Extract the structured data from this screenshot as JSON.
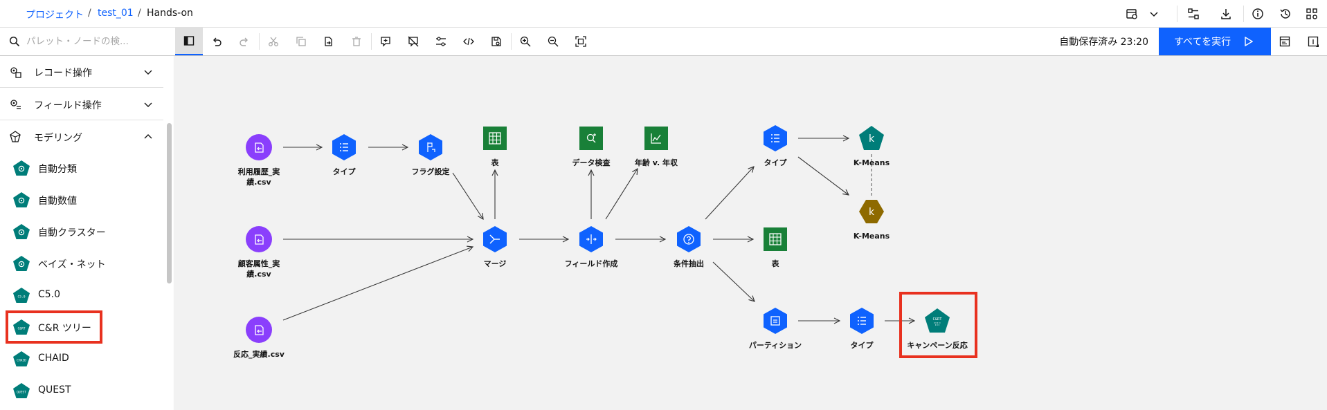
{
  "breadcrumb": {
    "project": "プロジェクト",
    "sep1": "/",
    "flow_parent": "test_01",
    "sep2": "/",
    "current": "Hands-on"
  },
  "header_icons": [
    "flow-settings-icon",
    "chevron-down-icon",
    "compare-icon",
    "download-icon",
    "info-icon",
    "history-icon",
    "apps-icon"
  ],
  "toolbar": {
    "search_placeholder": "パレット・ノードの検...",
    "buttons": [
      "palette-toggle-icon",
      "undo-icon",
      "redo-icon",
      "cut-icon",
      "copy-icon",
      "paste-icon",
      "delete-icon",
      "add-comment-icon",
      "hide-comments-icon",
      "settings-icon",
      "code-icon",
      "save-icon",
      "zoom-in-icon",
      "zoom-out-icon",
      "fit-to-screen-icon"
    ],
    "autosave": "自動保存済み 23:20",
    "run_all": "すべてを実行",
    "right_buttons": [
      "outputs-icon",
      "panel-icon"
    ]
  },
  "sidebar": {
    "categories": [
      {
        "label": "レコード操作",
        "icon": "record-ops-icon",
        "expanded": false
      },
      {
        "label": "フィールド操作",
        "icon": "field-ops-icon",
        "expanded": false
      },
      {
        "label": "モデリング",
        "icon": "modeling-icon",
        "expanded": true
      }
    ],
    "items": [
      {
        "label": "自動分類",
        "icon": "auto-classifier-icon"
      },
      {
        "label": "自動数値",
        "icon": "auto-numeric-icon"
      },
      {
        "label": "自動クラスター",
        "icon": "auto-cluster-icon"
      },
      {
        "label": "ベイズ・ネット",
        "icon": "bayes-net-icon"
      },
      {
        "label": "C5.0",
        "icon": "c50-icon",
        "glyph": "C5.0"
      },
      {
        "label": "C&R ツリー",
        "icon": "cr-tree-icon",
        "glyph": "C&RT",
        "highlighted": true
      },
      {
        "label": "CHAID",
        "icon": "chaid-icon",
        "glyph": "CHAID"
      },
      {
        "label": "QUEST",
        "icon": "quest-icon",
        "glyph": "QUEST"
      }
    ]
  },
  "canvas": {
    "nodes": [
      {
        "id": "n1",
        "label": "利用履歴_実\n績.csv",
        "kind": "source"
      },
      {
        "id": "n2",
        "label": "顧客属性_実\n績.csv",
        "kind": "source"
      },
      {
        "id": "n3",
        "label": "反応_実績.csv",
        "kind": "source"
      },
      {
        "id": "n4",
        "label": "タイプ",
        "kind": "type"
      },
      {
        "id": "n5",
        "label": "フラグ設定",
        "kind": "setflag"
      },
      {
        "id": "n6",
        "label": "表",
        "kind": "table"
      },
      {
        "id": "n7",
        "label": "マージ",
        "kind": "merge"
      },
      {
        "id": "n8",
        "label": "データ検査",
        "kind": "audit"
      },
      {
        "id": "n9",
        "label": "年齢 v. 年収",
        "kind": "plot"
      },
      {
        "id": "n10",
        "label": "フィールド作成",
        "kind": "derive"
      },
      {
        "id": "n11",
        "label": "条件抽出",
        "kind": "select"
      },
      {
        "id": "n12",
        "label": "タイプ",
        "kind": "type"
      },
      {
        "id": "n13",
        "label": "K-Means",
        "kind": "kmeans"
      },
      {
        "id": "n14",
        "label": "K-Means",
        "kind": "kmeans-model"
      },
      {
        "id": "n15",
        "label": "表",
        "kind": "table"
      },
      {
        "id": "n16",
        "label": "パーティション",
        "kind": "partition"
      },
      {
        "id": "n17",
        "label": "タイプ",
        "kind": "type"
      },
      {
        "id": "n18",
        "label": "キャンペーン反応",
        "kind": "crtree",
        "glyph": "C&RT",
        "highlighted": true
      }
    ]
  },
  "colors": {
    "accent": "#0f62fe",
    "source": "#8a3ffc",
    "process": "#0f62fe",
    "output": "#198038",
    "model": "#007d79",
    "model_nugget": "#8e6a00",
    "highlight": "#e8311f"
  }
}
